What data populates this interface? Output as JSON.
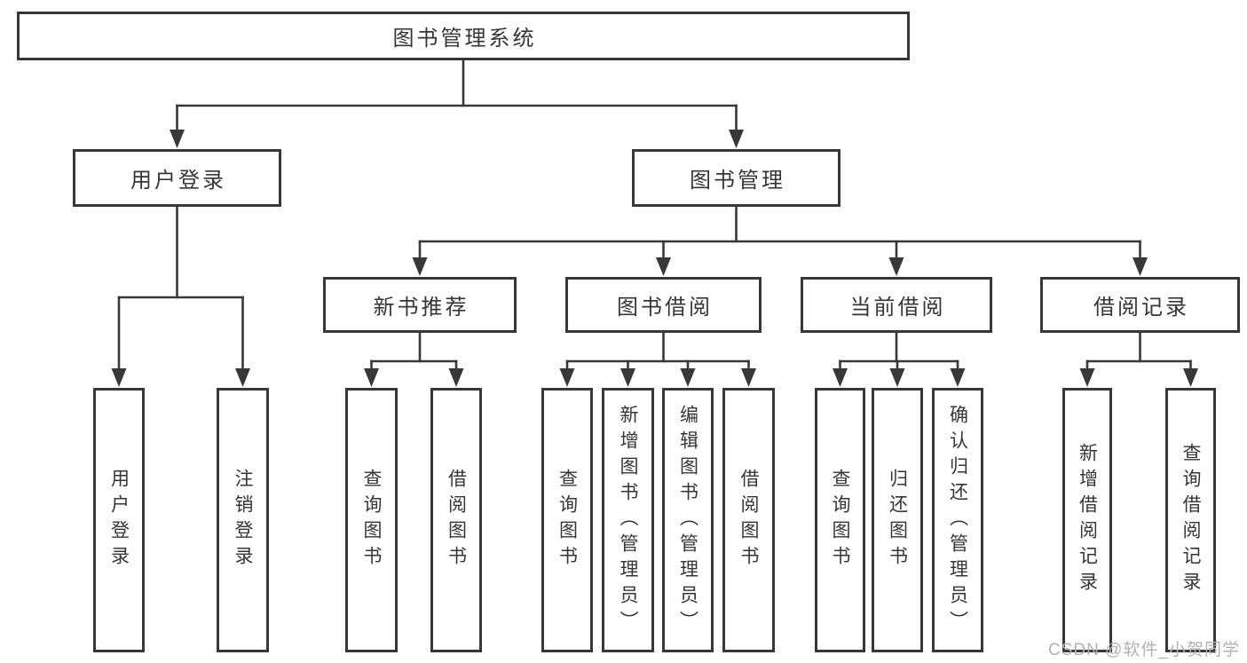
{
  "diagram": {
    "root": {
      "label": "图书管理系统"
    },
    "branches": [
      {
        "label": "用户登录",
        "children": [
          {
            "label": "用户登录"
          },
          {
            "label": "注销登录"
          }
        ]
      },
      {
        "label": "图书管理",
        "children": [
          {
            "label": "新书推荐",
            "children": [
              {
                "label": "查询图书"
              },
              {
                "label": "借阅图书"
              }
            ]
          },
          {
            "label": "图书借阅",
            "children": [
              {
                "label": "查询图书"
              },
              {
                "label": "新增图书（管理员）"
              },
              {
                "label": "编辑图书（管理员）"
              },
              {
                "label": "借阅图书"
              }
            ]
          },
          {
            "label": "当前借阅",
            "children": [
              {
                "label": "查询图书"
              },
              {
                "label": "归还图书"
              },
              {
                "label": "确认归还（管理员）"
              }
            ]
          },
          {
            "label": "借阅记录",
            "children": [
              {
                "label": "新增借阅记录"
              },
              {
                "label": "查询借阅记录"
              }
            ]
          }
        ]
      }
    ]
  },
  "watermark": {
    "text": "CSDN @软件_小贺同学"
  },
  "colors": {
    "line": "#383838",
    "box_border": "#383838",
    "text": "#363636",
    "watermark": "#b2b2b2",
    "background": "#ffffff"
  }
}
